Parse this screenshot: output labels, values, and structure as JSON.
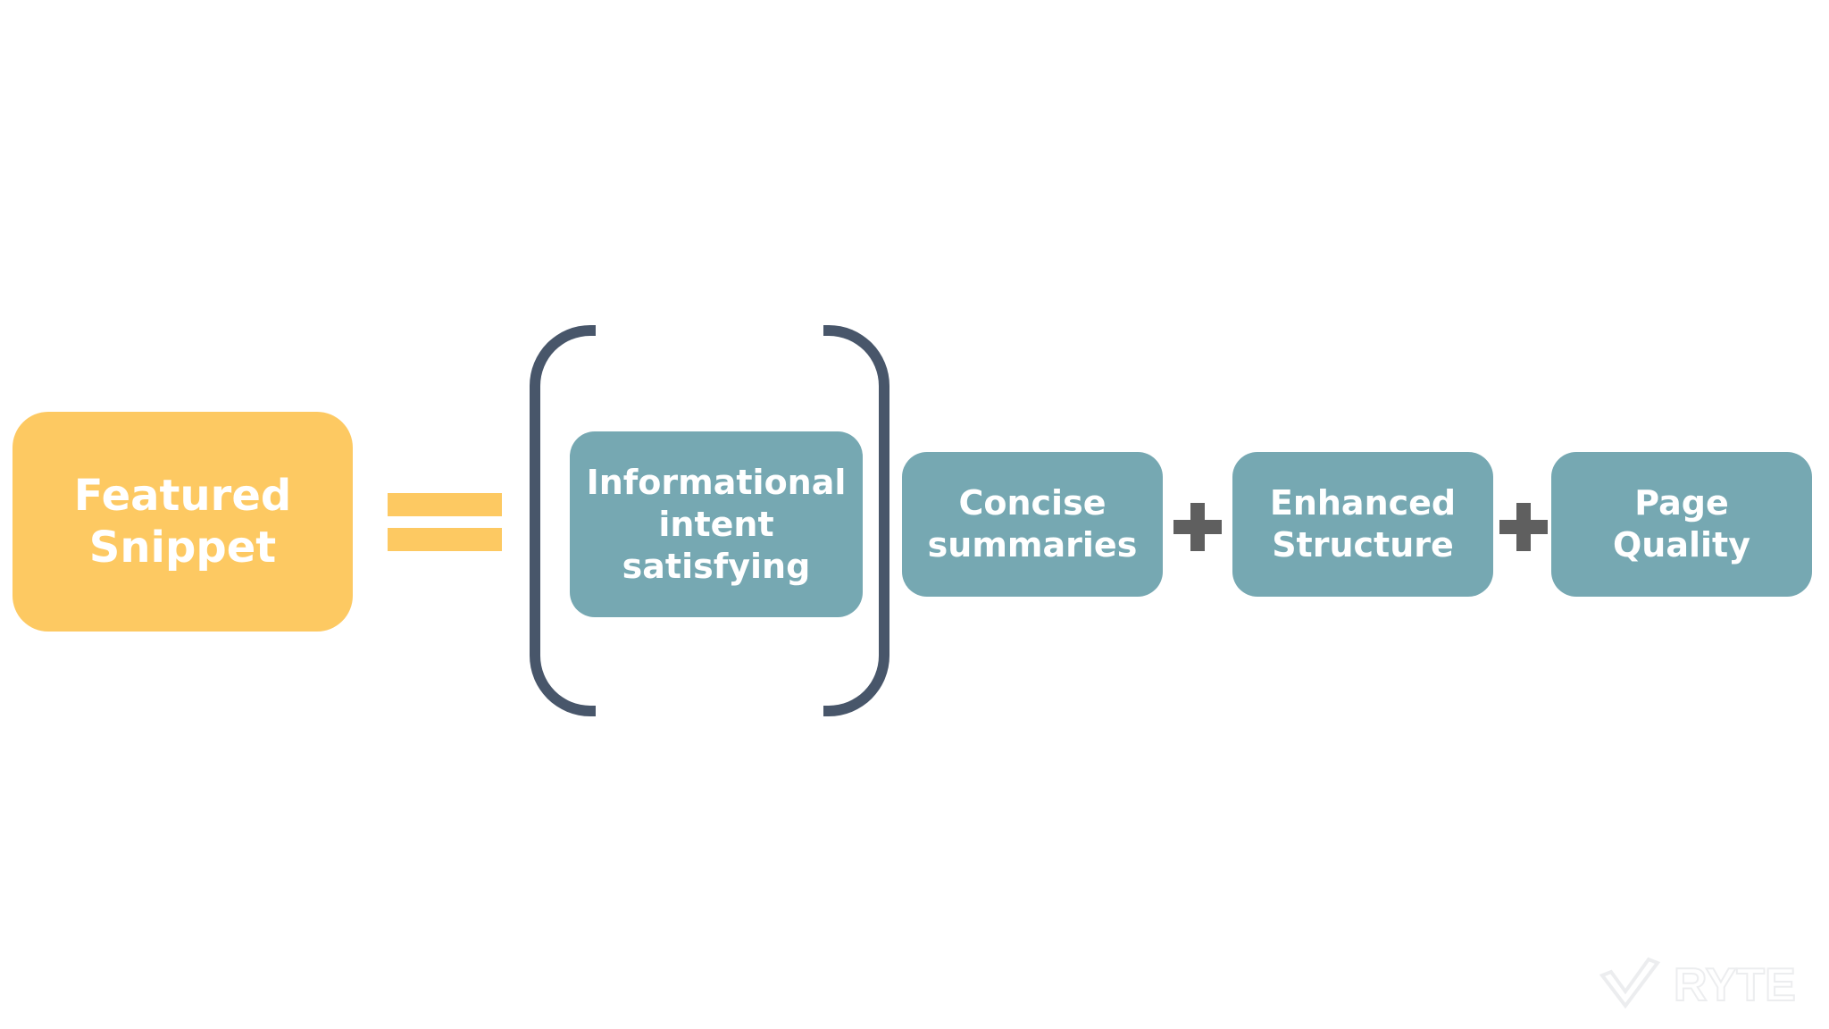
{
  "diagram": {
    "result": {
      "label": "Featured\nSnippet",
      "color": "#fdc962"
    },
    "equals_color": "#fdc962",
    "bracket_color": "#48566a",
    "plus_color": "#5f5f5f",
    "factor_color": "#76a8b2",
    "bracketed_factor": {
      "label": "Informational\nintent\nsatisfying"
    },
    "factors": [
      {
        "label": "Concise\nsummaries"
      },
      {
        "label": "Enhanced\nStructure"
      },
      {
        "label": "Page\nQuality"
      }
    ]
  },
  "watermark": {
    "brand": "RYTE",
    "icon": "checkmark-shield-icon"
  }
}
